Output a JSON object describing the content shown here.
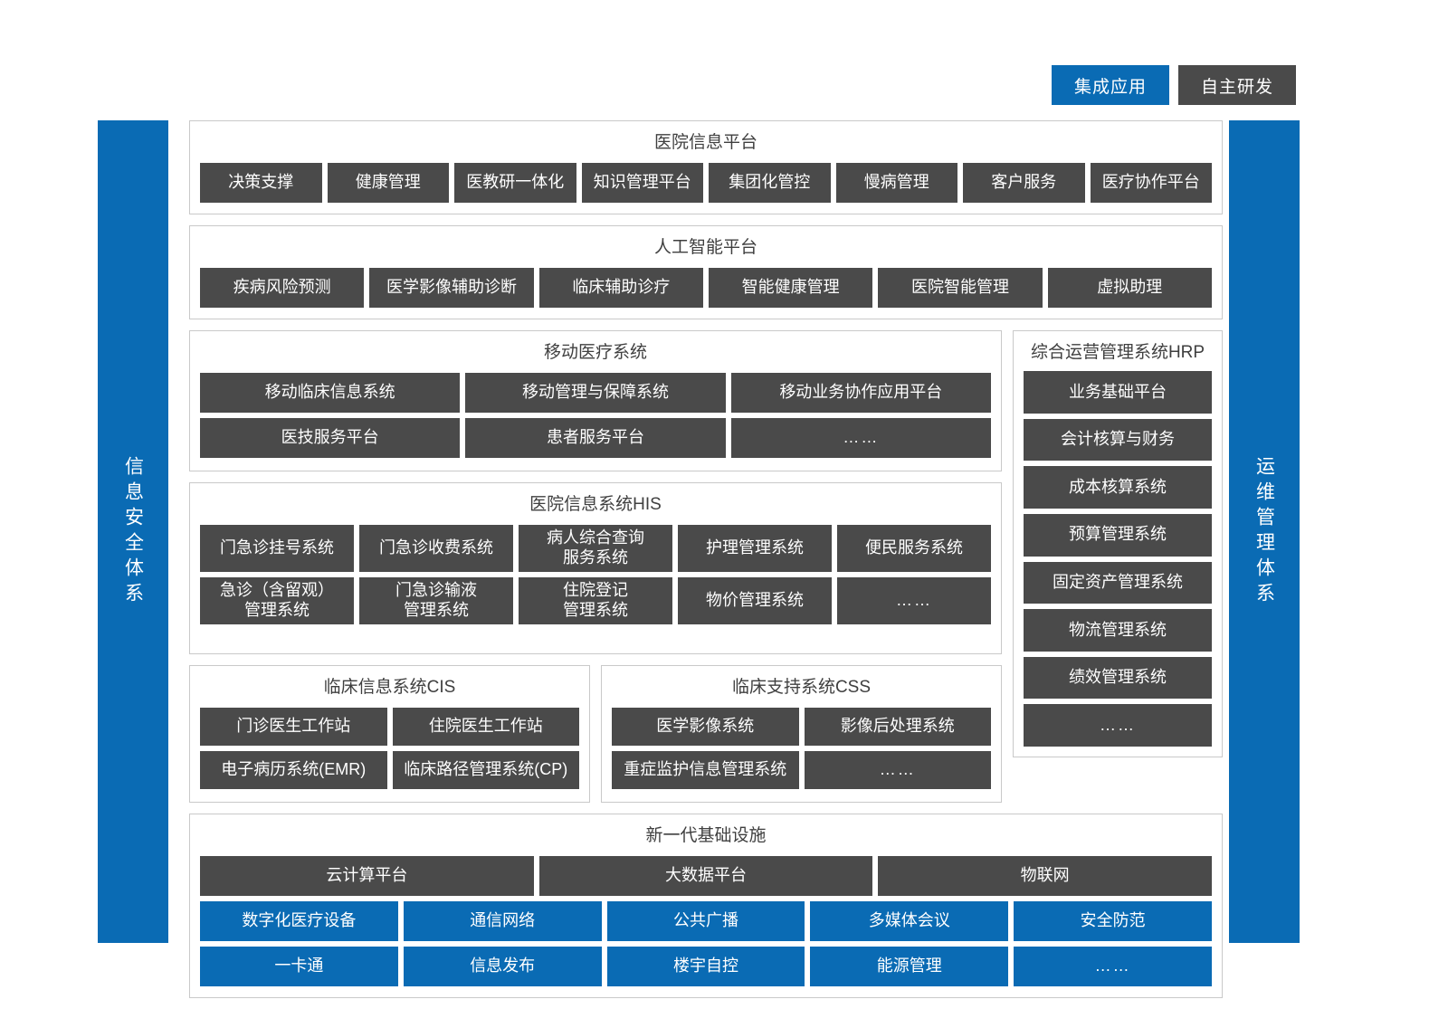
{
  "legend": {
    "items": [
      {
        "label": "集成应用",
        "color": "#0a6bb4",
        "type": "integrated-application"
      },
      {
        "label": "自主研发",
        "color": "#4a4a4a",
        "type": "self-developed"
      }
    ]
  },
  "rails": {
    "left": {
      "label": "信息安全体系"
    },
    "right": {
      "label": "运维管理体系"
    }
  },
  "layers": {
    "hospital_info_platform": {
      "title": "医院信息平台",
      "items": [
        "决策支撑",
        "健康管理",
        "医教研一体化",
        "知识管理平台",
        "集团化管控",
        "慢病管理",
        "客户服务",
        "医疗协作平台"
      ]
    },
    "ai_platform": {
      "title": "人工智能平台",
      "items": [
        "疾病风险预测",
        "医学影像辅助诊断",
        "临床辅助诊疗",
        "智能健康管理",
        "医院智能管理",
        "虚拟助理"
      ]
    },
    "mobile_medical": {
      "title": "移动医疗系统",
      "rows": [
        [
          "移动临床信息系统",
          "移动管理与保障系统",
          "移动业务协作应用平台"
        ],
        [
          "医技服务平台",
          "患者服务平台",
          "……"
        ]
      ]
    },
    "his": {
      "title": "医院信息系统HIS",
      "rows": [
        [
          "门急诊挂号系统",
          "门急诊收费系统",
          "病人综合查询\n服务系统",
          "护理管理系统",
          "便民服务系统"
        ],
        [
          "急诊（含留观）\n管理系统",
          "门急诊输液\n管理系统",
          "住院登记\n管理系统",
          "物价管理系统",
          "……"
        ]
      ]
    },
    "cis": {
      "title": "临床信息系统CIS",
      "rows": [
        [
          "门诊医生工作站",
          "住院医生工作站"
        ],
        [
          "电子病历系统(EMR)",
          "临床路径管理系统(CP)"
        ]
      ]
    },
    "css": {
      "title": "临床支持系统CSS",
      "rows": [
        [
          "医学影像系统",
          "影像后处理系统"
        ],
        [
          "重症监护信息管理系统",
          "……"
        ]
      ]
    },
    "hrp": {
      "title": "综合运营管理系统HRP",
      "items": [
        "业务基础平台",
        "会计核算与财务",
        "成本核算系统",
        "预算管理系统",
        "固定资产管理系统",
        "物流管理系统",
        "绩效管理系统",
        "……"
      ]
    },
    "infrastructure": {
      "title": "新一代基础设施",
      "platform_row": [
        "云计算平台",
        "大数据平台",
        "物联网"
      ],
      "blue_rows": [
        [
          "数字化医疗设备",
          "通信网络",
          "公共广播",
          "多媒体会议",
          "安全防范"
        ],
        [
          "一卡通",
          "信息发布",
          "楼宇自控",
          "能源管理",
          "……"
        ]
      ]
    }
  },
  "colors": {
    "accent_blue": "#0a6bb4",
    "dark_gray": "#4a4a4a",
    "panel_border": "#c9c9c9",
    "background": "#ffffff"
  }
}
